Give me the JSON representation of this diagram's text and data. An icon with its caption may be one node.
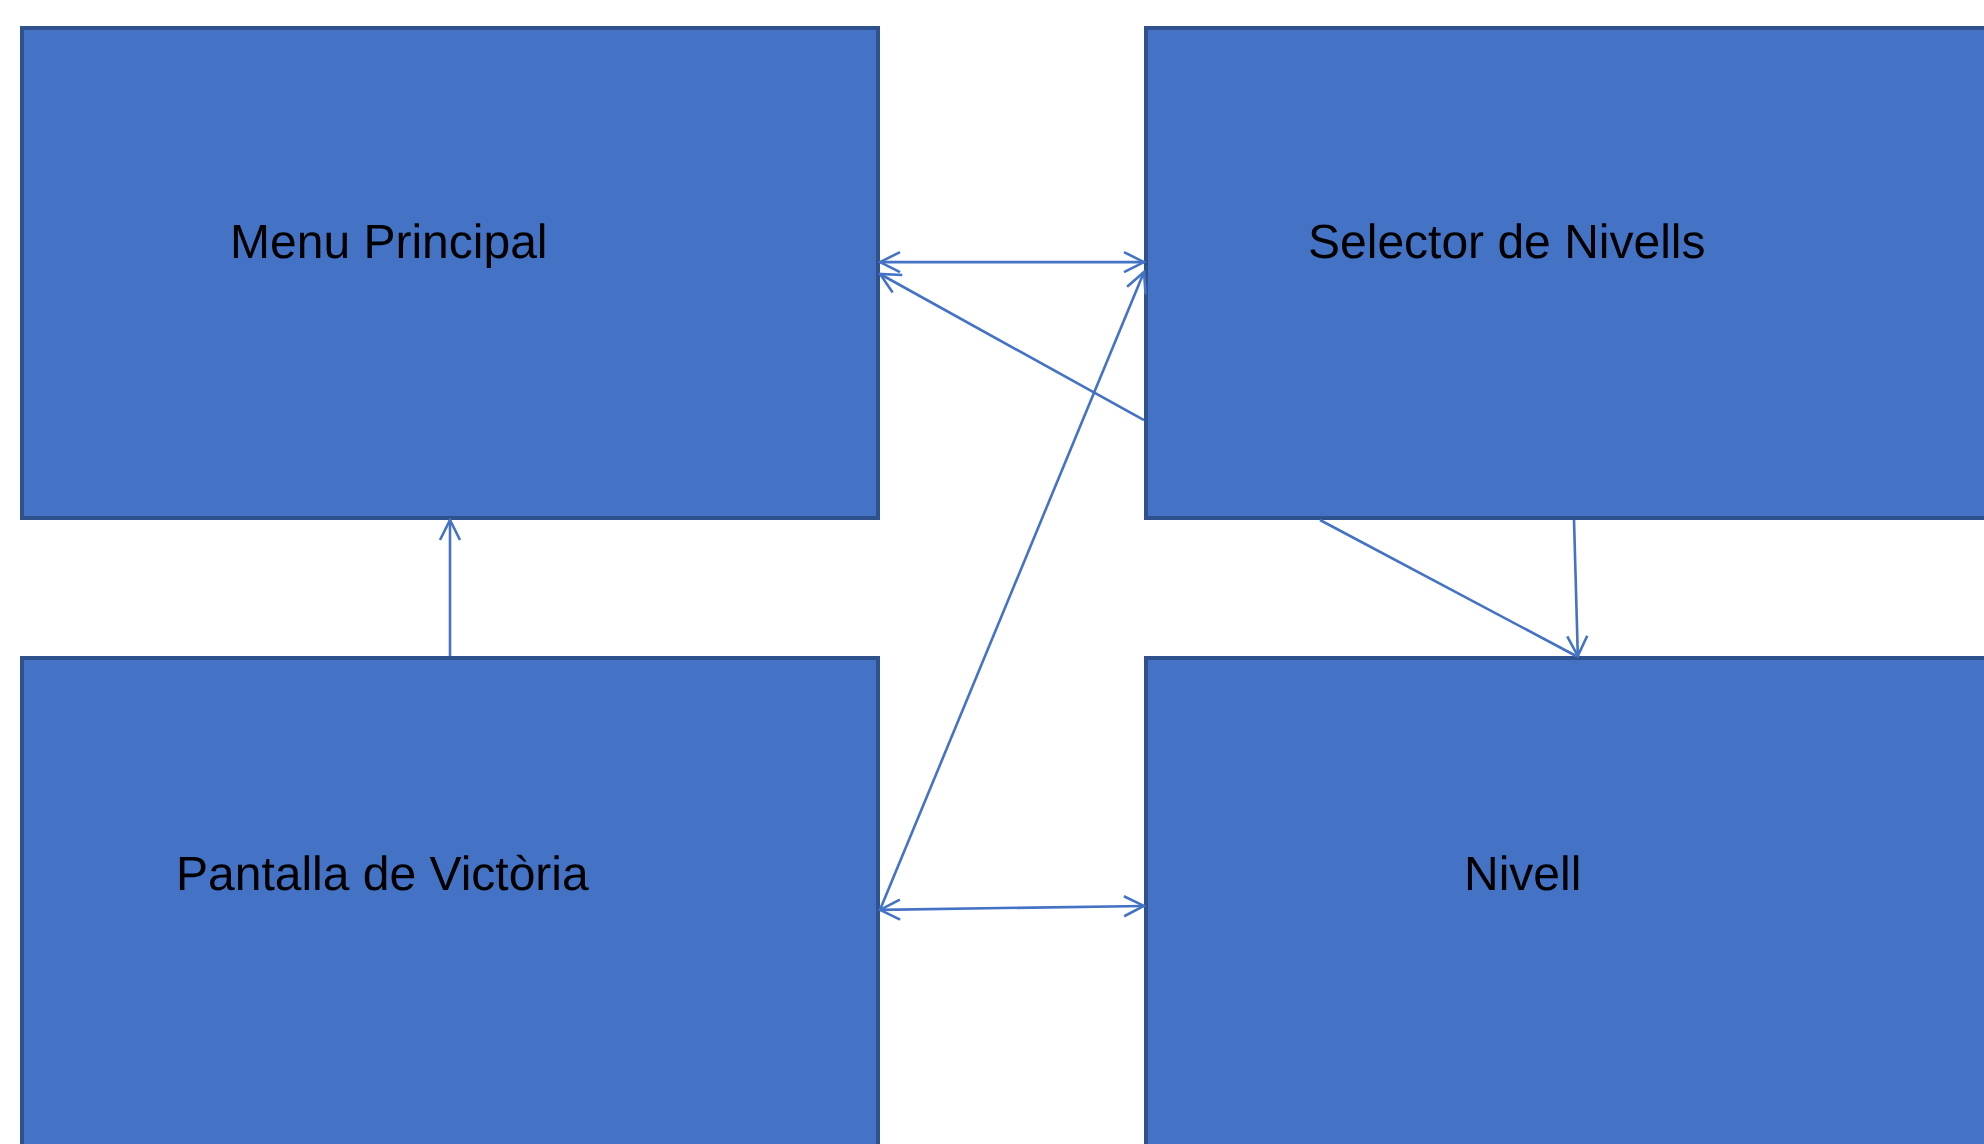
{
  "diagram": {
    "nodes": [
      {
        "text": [
          "Menu Principal"
        ]
      },
      {
        "text": [
          "Selector de Nivells"
        ]
      },
      {
        "text": [
          "Pantalla de Victòria"
        ]
      },
      {
        "text": [
          "Nivell"
        ]
      }
    ],
    "edges": [
      {
        "from": 0,
        "to": 1,
        "arrow": "both"
      },
      {
        "from": 1,
        "to": 0,
        "arrow": "to"
      },
      {
        "from": 2,
        "to": 1,
        "arrow": "to"
      },
      {
        "from": 2,
        "to": 3,
        "arrow": "both"
      },
      {
        "from": 2,
        "to": 0,
        "arrow": "to"
      },
      {
        "from": 1,
        "to": 3,
        "arrow": "none"
      },
      {
        "from": 1,
        "to": 3,
        "arrow": "to"
      }
    ]
  }
}
